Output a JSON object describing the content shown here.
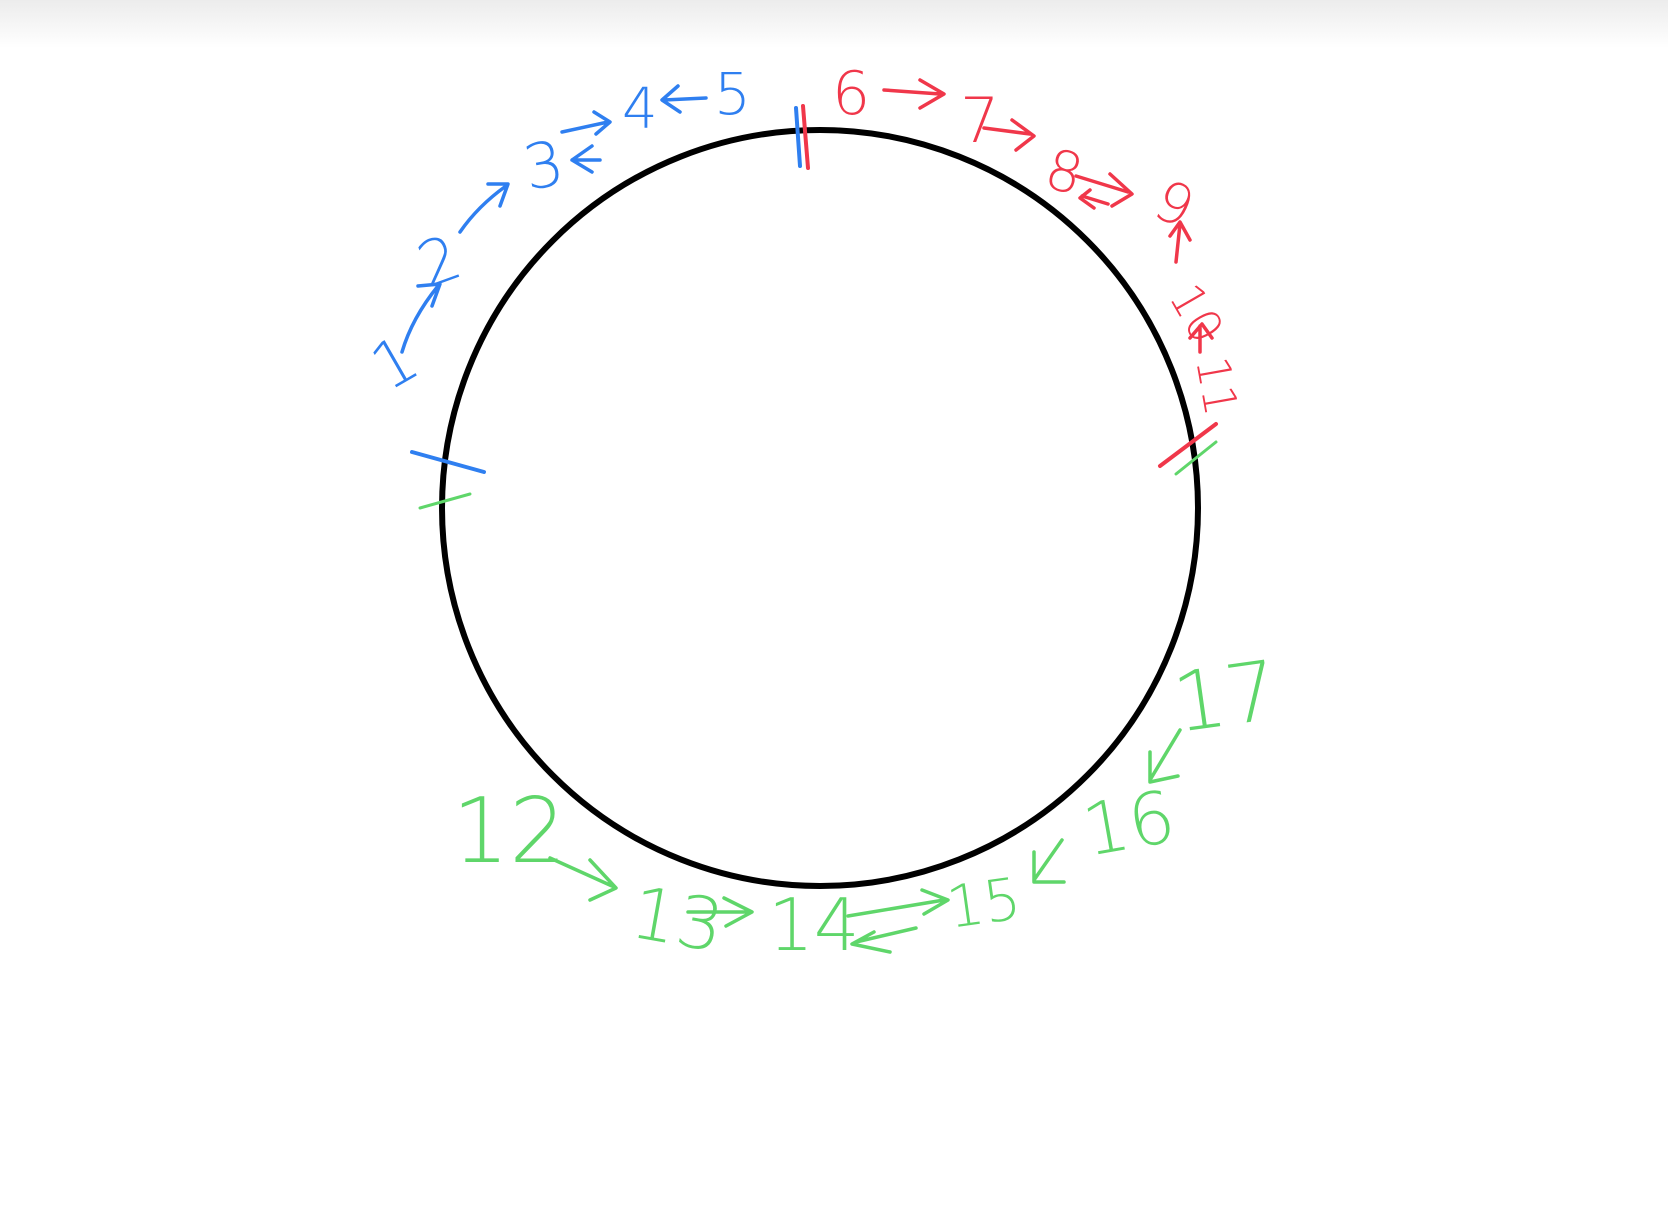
{
  "colors": {
    "circle": "#000000",
    "blue": "#2f7ff0",
    "red": "#f0374a",
    "green": "#5fd66a",
    "background": "#ffffff"
  },
  "labels": {
    "n1": "1",
    "n2": "2",
    "n3": "3",
    "n4": "4",
    "n5": "5",
    "n6": "6",
    "n7": "7",
    "n8": "8",
    "n9": "9",
    "n10": "10",
    "n11": "11",
    "n12": "12",
    "n13": "13",
    "n14": "14",
    "n15": "15",
    "n16": "16",
    "n17": "17"
  }
}
